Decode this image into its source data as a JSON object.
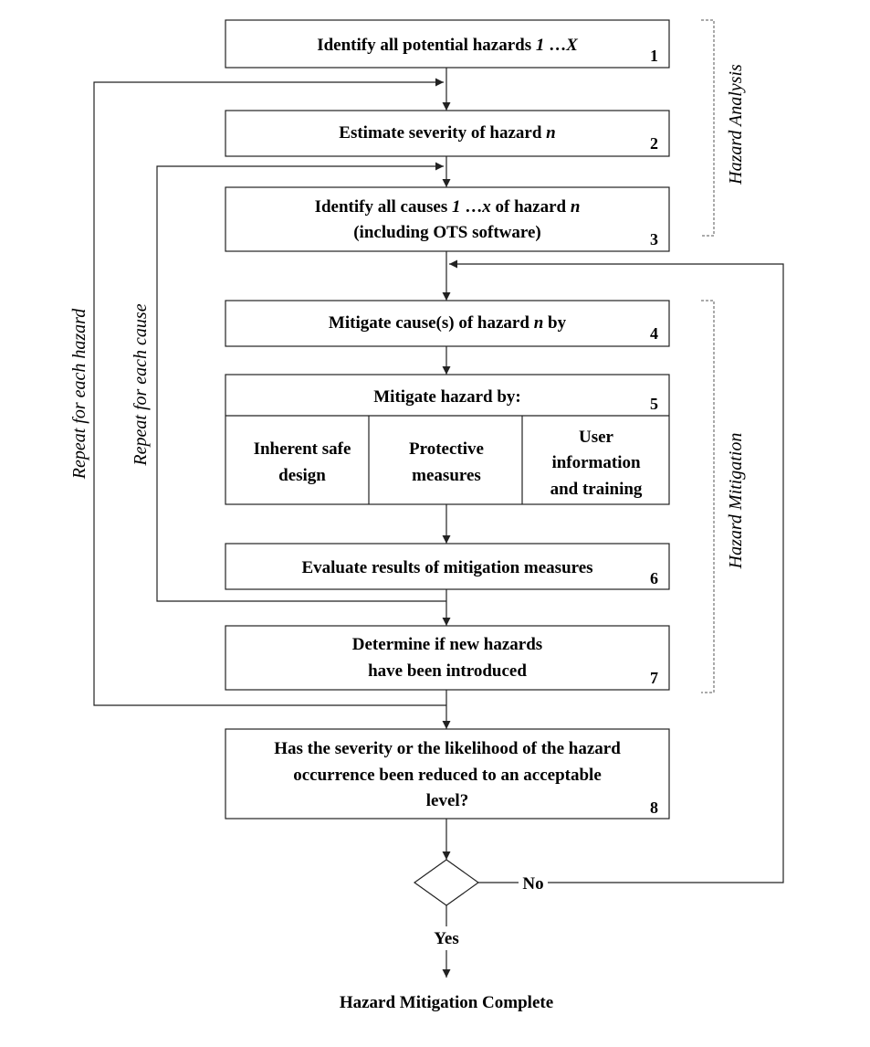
{
  "steps": [
    {
      "id": "1",
      "lines": [
        [
          "Identify all potential hazards ",
          "1",
          " …",
          "X"
        ]
      ]
    },
    {
      "id": "2",
      "lines": [
        [
          "Estimate severity of hazard ",
          "n"
        ]
      ]
    },
    {
      "id": "3",
      "lines": [
        [
          "Identify all causes ",
          "1",
          " …",
          "x",
          " of hazard ",
          "n"
        ],
        [
          "(including OTS software)"
        ]
      ]
    },
    {
      "id": "4",
      "lines": [
        [
          "Mitigate cause(s) of hazard ",
          "n",
          " by"
        ]
      ]
    },
    {
      "id": "5",
      "title": "Mitigate hazard by:",
      "options": [
        [
          "Inherent safe",
          "design"
        ],
        [
          "Protective",
          "measures"
        ],
        [
          "User",
          "information",
          "and training"
        ]
      ]
    },
    {
      "id": "6",
      "lines": [
        [
          "Evaluate results of mitigation measures"
        ]
      ]
    },
    {
      "id": "7",
      "lines": [
        [
          "Determine if new hazards"
        ],
        [
          "have been introduced"
        ]
      ]
    },
    {
      "id": "8",
      "lines": [
        [
          "Has the severity or the likelihood of the hazard"
        ],
        [
          "occurrence been reduced to an acceptable"
        ],
        [
          "level?"
        ]
      ]
    }
  ],
  "decision": {
    "no_label": "No",
    "yes_label": "Yes"
  },
  "end_label": "Hazard Mitigation Complete",
  "loop_labels": {
    "each_hazard": "Repeat for each hazard",
    "each_cause": "Repeat for each cause"
  },
  "phase_labels": {
    "analysis": "Hazard Analysis",
    "mitigation": "Hazard Mitigation"
  }
}
